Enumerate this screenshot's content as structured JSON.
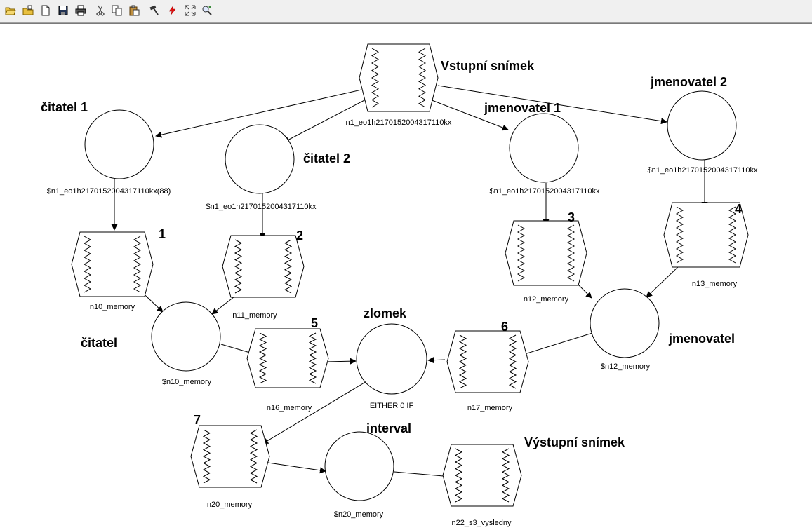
{
  "toolbar": {
    "buttons": [
      {
        "name": "open-folder",
        "icon": "open-folder-icon"
      },
      {
        "name": "open-file",
        "icon": "open-file-icon"
      },
      {
        "name": "new-document",
        "icon": "new-document-icon"
      },
      {
        "name": "save",
        "icon": "save-icon"
      },
      {
        "name": "print",
        "icon": "print-icon"
      },
      {
        "name": "cut",
        "icon": "scissors-icon"
      },
      {
        "name": "copy",
        "icon": "copy-icon"
      },
      {
        "name": "paste",
        "icon": "paste-icon"
      },
      {
        "name": "build",
        "icon": "hammer-icon"
      },
      {
        "name": "run",
        "icon": "lightning-icon"
      },
      {
        "name": "fit-view",
        "icon": "fit-view-icon"
      },
      {
        "name": "zoom",
        "icon": "zoom-icon"
      }
    ]
  },
  "diagram": {
    "frames": [
      {
        "id": "in",
        "name": "input-frame",
        "label": "n1_eo1h2170152004317110kx"
      },
      {
        "id": "f1",
        "name": "frame-n10-memory",
        "label": "n10_memory"
      },
      {
        "id": "f2",
        "name": "frame-n11-memory",
        "label": "n11_memory"
      },
      {
        "id": "f3",
        "name": "frame-n12-memory",
        "label": "n12_memory"
      },
      {
        "id": "f4",
        "name": "frame-n13-memory",
        "label": "n13_memory"
      },
      {
        "id": "f5",
        "name": "frame-n16-memory",
        "label": "n16_memory"
      },
      {
        "id": "f6",
        "name": "frame-n17-memory",
        "label": "n17_memory"
      },
      {
        "id": "f7",
        "name": "frame-n20-memory",
        "label": "n20_memory"
      },
      {
        "id": "out",
        "name": "output-frame",
        "label": "n22_s3_vysledny"
      }
    ],
    "nodes": [
      {
        "id": "c1",
        "name": "node-citatel-1",
        "label": "$n1_eo1h2170152004317110kx(88)"
      },
      {
        "id": "c2",
        "name": "node-citatel-2",
        "label": "$n1_eo1h2170152004317110kx"
      },
      {
        "id": "c3",
        "name": "node-jmenovatel-1",
        "label": "$n1_eo1h2170152004317110kx"
      },
      {
        "id": "c4",
        "name": "node-jmenovatel-2",
        "label": "$n1_eo1h2170152004317110kx"
      },
      {
        "id": "cc",
        "name": "node-citatel",
        "label": "$n10_memory"
      },
      {
        "id": "cj",
        "name": "node-jmenovatel",
        "label": "$n12_memory"
      },
      {
        "id": "cz",
        "name": "node-zlomek",
        "label": "EITHER 0 IF"
      },
      {
        "id": "ci",
        "name": "node-interval",
        "label": "$n20_memory"
      }
    ],
    "titles": [
      {
        "name": "title-vstupni-snimek",
        "text": "Vstupní snímek"
      },
      {
        "name": "title-citatel-1",
        "text": "čitatel 1"
      },
      {
        "name": "title-citatel-2",
        "text": "čitatel 2"
      },
      {
        "name": "title-jmenovatel-1",
        "text": "jmenovatel 1"
      },
      {
        "name": "title-jmenovatel-2",
        "text": "jmenovatel 2"
      },
      {
        "name": "title-citatel",
        "text": "čitatel"
      },
      {
        "name": "title-jmenovatel",
        "text": "jmenovatel"
      },
      {
        "name": "title-zlomek",
        "text": "zlomek"
      },
      {
        "name": "title-interval",
        "text": "interval"
      },
      {
        "name": "title-vystupni-snimek",
        "text": "Výstupní snímek"
      }
    ],
    "numbers": [
      "1",
      "2",
      "3",
      "4",
      "5",
      "6",
      "7"
    ],
    "edges": [
      [
        "in",
        "c1"
      ],
      [
        "in",
        "c2"
      ],
      [
        "in",
        "c3"
      ],
      [
        "in",
        "c4"
      ],
      [
        "c1",
        "f1"
      ],
      [
        "c2",
        "f2"
      ],
      [
        "c3",
        "f3"
      ],
      [
        "c4",
        "f4"
      ],
      [
        "f1",
        "cc"
      ],
      [
        "f2",
        "cc"
      ],
      [
        "f3",
        "cj"
      ],
      [
        "f4",
        "cj"
      ],
      [
        "cc",
        "f5"
      ],
      [
        "cj",
        "f6"
      ],
      [
        "f5",
        "cz"
      ],
      [
        "f6",
        "cz"
      ],
      [
        "cz",
        "f7"
      ],
      [
        "f7",
        "ci"
      ],
      [
        "ci",
        "out"
      ]
    ]
  }
}
